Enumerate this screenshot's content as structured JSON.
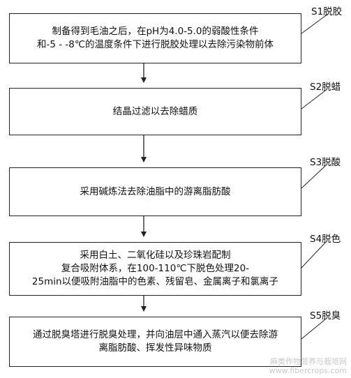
{
  "steps": [
    {
      "label": "S1脱胶",
      "lines": [
        "制备得到毛油之后，在pH为4.0-5.0的弱酸性条件",
        "和-5 - -8℃的温度条件下进行脱胶处理以去除污染物前体"
      ]
    },
    {
      "label": "S2脱蜡",
      "lines": [
        "结晶过滤以去除蜡质"
      ]
    },
    {
      "label": "S3脱酸",
      "lines": [
        "采用碱炼法去除油脂中的游离脂肪酸"
      ]
    },
    {
      "label": "S4脱色",
      "lines": [
        "采用白土、二氧化硅以及珍珠岩配制",
        "复合吸附体系，在100-110℃下脱色处理20-",
        "25min以便吸附油脂中的色素、残留皂、金属离子和氯离子"
      ]
    },
    {
      "label": "S5脱臭",
      "lines": [
        "通过脱臭塔进行脱臭处理，并向油层中通入蒸汽以便去除游",
        "离脂肪酸、挥发性异味物质"
      ]
    }
  ],
  "watermark": {
    "line1": "麻类作物营养与栽培网",
    "line2": "www.fibercrops.com"
  }
}
